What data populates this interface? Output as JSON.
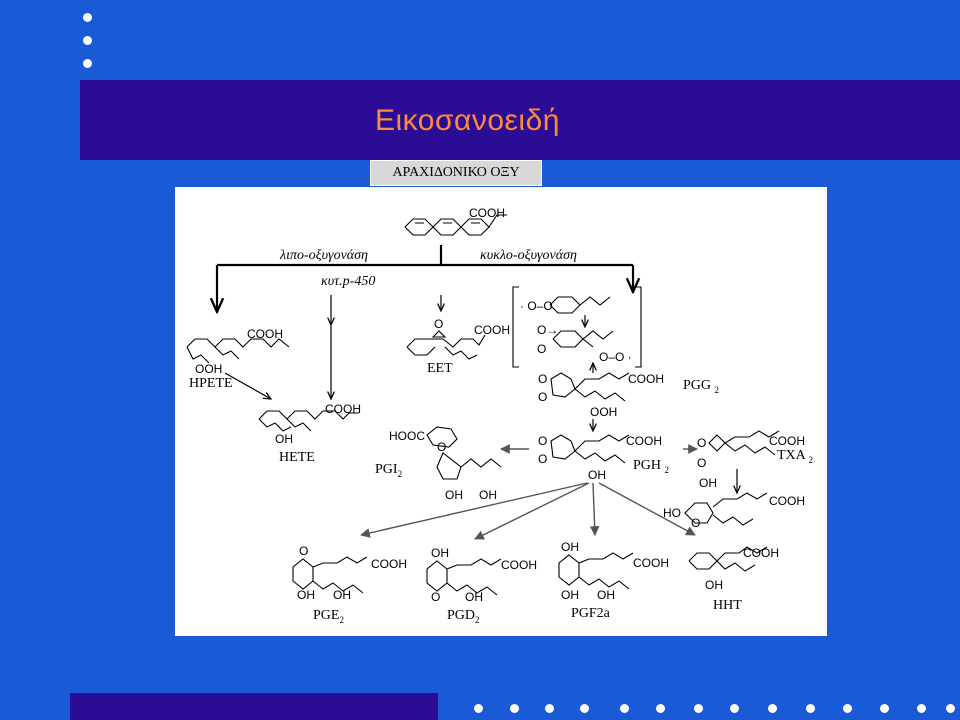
{
  "slide": {
    "title": "Εικοσανοειδή",
    "source_compound": "ΑΡΑΧΙΔΟΝΙΚΟ ΟΞΥ"
  },
  "colors": {
    "background": "#1a5ad6",
    "band": "#2a0d94",
    "title": "#ff8a3c"
  },
  "diagram": {
    "pathways": {
      "lipoxygenase": "λιπο-οξυγονάση",
      "cyclooxygenase": "κυκλο-οξυγονάση",
      "cyp450": "κυτ.p-450"
    },
    "groups": {
      "cooh": "COOH",
      "hooc": "HOOC",
      "ooh": "OOH",
      "oh": "OH",
      "ho": "HO",
      "o": "O",
      "oo": "O–O",
      "oo_dot_left": "· O–O",
      "oo_dot_right": "O–O ·",
      "o_arrow": "O→"
    },
    "labels": {
      "hpete": "HPETE",
      "hete": "HETE",
      "eet": "EET",
      "pgg": "PGG",
      "pgg_sub": "2",
      "pgi": "PGI",
      "pgi_sub": "2",
      "pgh": "PGH",
      "pgh_sub": "2",
      "txa": "TXA",
      "txa_sub": "2",
      "pge": "PGE",
      "pge_sub": "2",
      "pgd": "PGD",
      "pgd_sub": "2",
      "pgf": "PGF2a",
      "hht": "HHT"
    }
  }
}
